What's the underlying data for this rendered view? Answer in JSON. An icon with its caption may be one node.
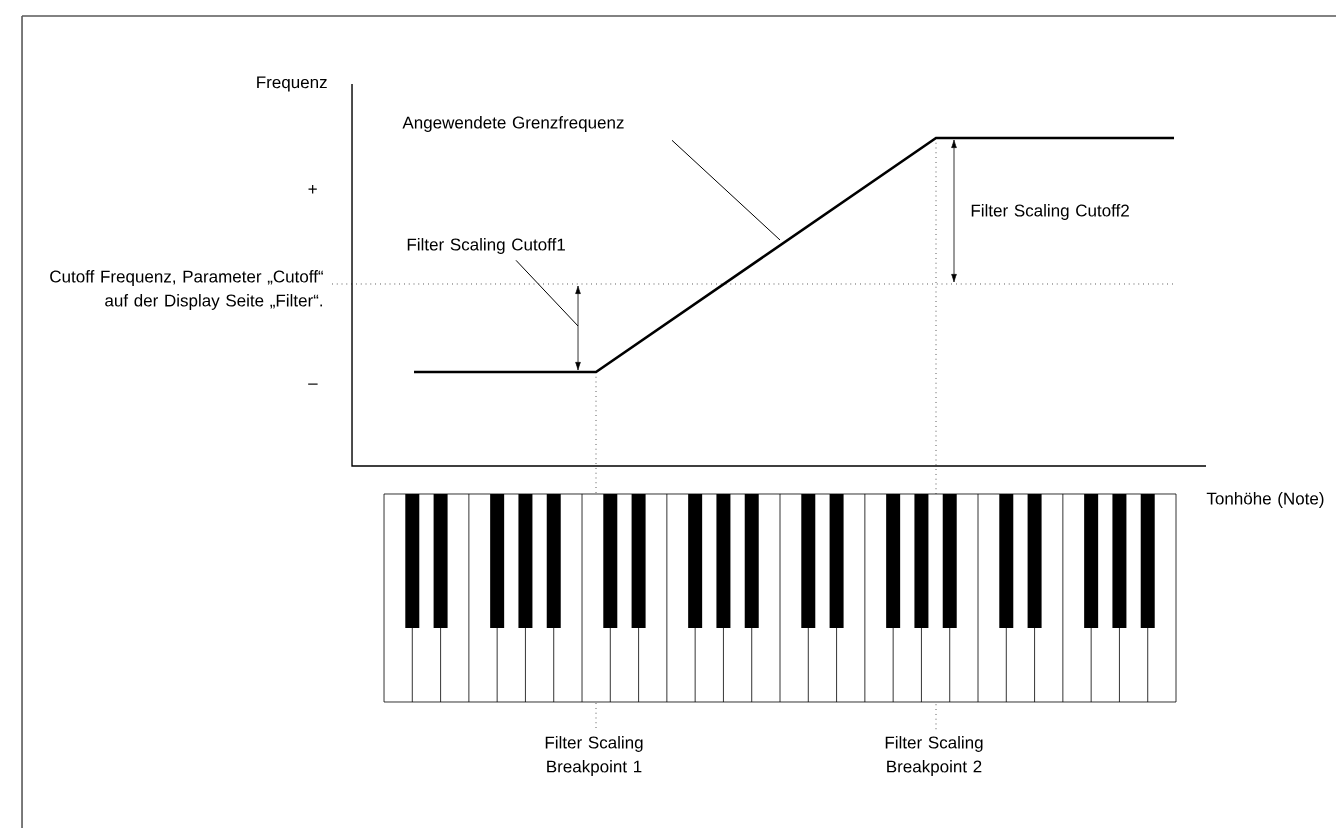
{
  "diagram": {
    "nodes": [
      {
        "text": [
          "Angewendete Grenzfrequenz"
        ]
      },
      {
        "text": [
          "Filter Scaling Cutoff1"
        ]
      }
    ],
    "edges": [
      {
        "from": 0,
        "to": null,
        "arrow": "none"
      },
      {
        "from": 1,
        "to": null,
        "arrow": "none"
      }
    ],
    "labels": [
      "Frequenz",
      "+",
      "Cutoff Frequenz, Parameter „Cutoff“ auf der Display Seite „Filter“.",
      "–",
      "Filter Scaling Cutoff2",
      "Tonhöhe (Note)",
      "Filter Scaling Breakpoint 1",
      "Filter Scaling Breakpoint 2"
    ]
  }
}
